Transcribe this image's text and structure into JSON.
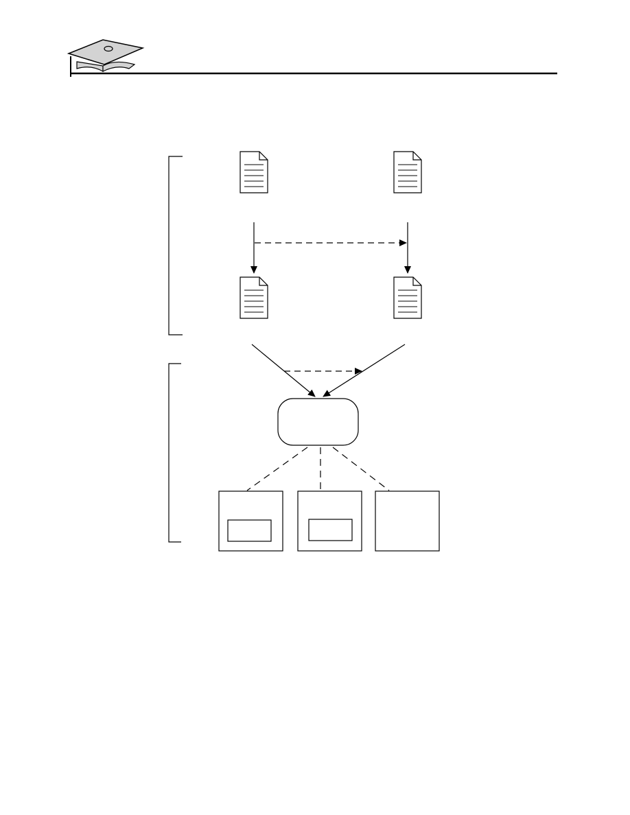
{
  "header": {
    "logo_icon": "mortarboard-icon",
    "rule_color": "#000000",
    "logo_fill": "#d3d3d3"
  },
  "diagram": {
    "stroke_color": "#000000",
    "box_fill": "#ffffff",
    "top_group": {
      "bracket": "bracket-left",
      "documents": [
        "document-icon",
        "document-icon",
        "document-icon",
        "document-icon"
      ],
      "arrows": [
        "solid-arrow-down",
        "solid-arrow-down",
        "dashed-arrow-right"
      ]
    },
    "bottom_group": {
      "bracket": "bracket-left",
      "hub": "rounded-rectangle",
      "arrows": [
        "solid-arrow-diagonal",
        "solid-arrow-diagonal",
        "dashed-arrow-right"
      ],
      "connectors": [
        "dashed-line",
        "dashed-line",
        "dashed-line"
      ],
      "boxes": [
        {
          "name": "outer-box-1",
          "has_inner_box": true
        },
        {
          "name": "outer-box-2",
          "has_inner_box": true
        },
        {
          "name": "outer-box-3",
          "has_inner_box": false
        }
      ]
    }
  }
}
